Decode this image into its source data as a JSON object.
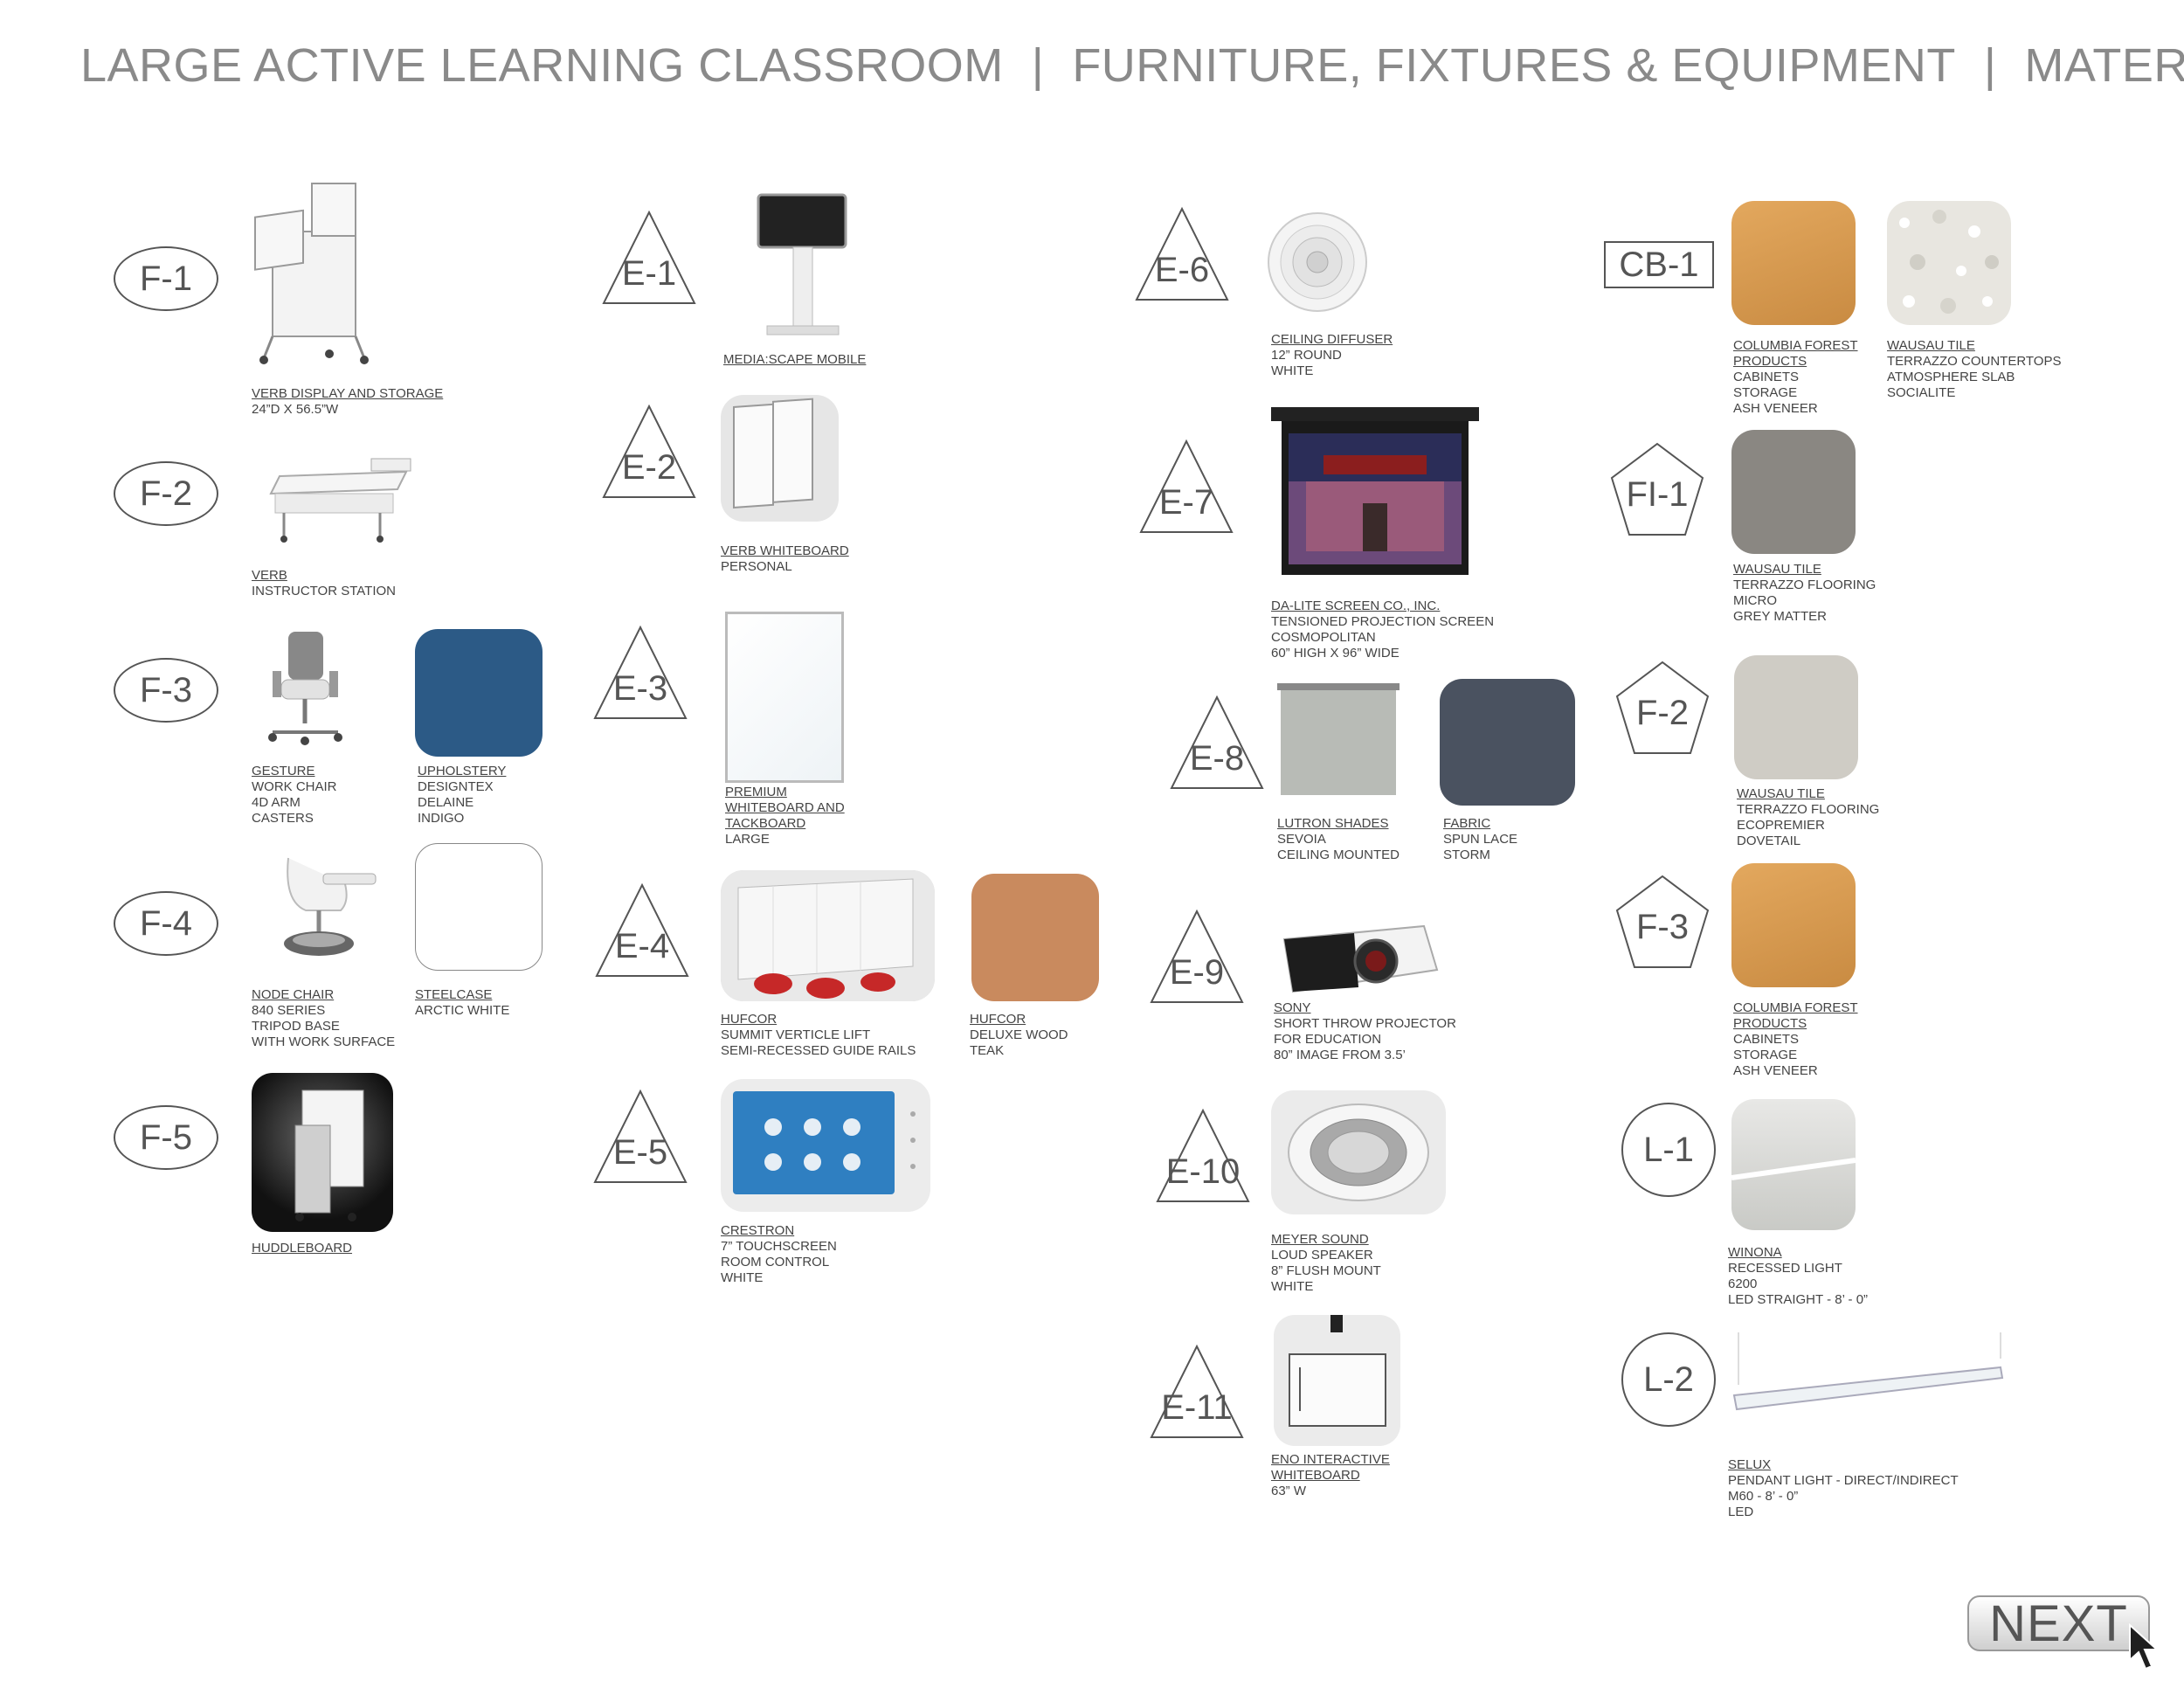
{
  "header": {
    "part1": "LARGE ACTIVE LEARNING CLASSROOM",
    "part2": "FURNITURE, FIXTURES & EQUIPMENT",
    "part3": "MATERIALS",
    "sep": "|"
  },
  "tags": {
    "f1": "F-1",
    "f2": "F-2",
    "f3": "F-3",
    "f4": "F-4",
    "f5": "F-5",
    "e1": "E-1",
    "e2": "E-2",
    "e3": "E-3",
    "e4": "E-4",
    "e5": "E-5",
    "e6": "E-6",
    "e7": "E-7",
    "e8": "E-8",
    "e9": "E-9",
    "e10": "E-10",
    "e11": "E-11",
    "cb1": "CB-1",
    "fi1": "FI-1",
    "mf2": "F-2",
    "mf3": "F-3",
    "l1": "L-1",
    "l2": "L-2"
  },
  "captions": {
    "f1": [
      "VERB DISPLAY AND STORAGE",
      "24”D X 56.5”W"
    ],
    "f2": [
      "VERB",
      "INSTRUCTOR STATION"
    ],
    "f3a": [
      "GESTURE",
      "WORK CHAIR",
      "4D ARM",
      "CASTERS"
    ],
    "f3b": [
      "UPHOLSTERY",
      "DESIGNTEX",
      "DELAINE",
      "INDIGO"
    ],
    "f4a": [
      "NODE CHAIR",
      "840 SERIES",
      "TRIPOD BASE",
      "WITH WORK SURFACE"
    ],
    "f4b": [
      "STEELCASE",
      "ARCTIC WHITE"
    ],
    "f5": [
      "HUDDLEBOARD"
    ],
    "e1": [
      "MEDIA:SCAPE MOBILE"
    ],
    "e2": [
      "VERB WHITEBOARD",
      "PERSONAL"
    ],
    "e3": [
      "PREMIUM",
      "WHITEBOARD AND",
      "TACKBOARD",
      "LARGE"
    ],
    "e4a": [
      "HUFCOR",
      "SUMMIT VERTICLE LIFT",
      "SEMI-RECESSED GUIDE RAILS"
    ],
    "e4b": [
      "HUFCOR",
      "DELUXE WOOD",
      "TEAK"
    ],
    "e5": [
      "CRESTRON",
      "7” TOUCHSCREEN",
      "ROOM CONTROL",
      "WHITE"
    ],
    "e6": [
      "CEILING DIFFUSER",
      "12” ROUND",
      "WHITE"
    ],
    "e7": [
      "DA-LITE SCREEN CO., INC.",
      "TENSIONED PROJECTION SCREEN",
      "COSMOPOLITAN",
      "60” HIGH X 96” WIDE"
    ],
    "e8a": [
      "LUTRON SHADES",
      "SEVOIA",
      "CEILING MOUNTED"
    ],
    "e8b": [
      "FABRIC",
      "SPUN LACE",
      "STORM"
    ],
    "e9": [
      "SONY",
      "SHORT THROW PROJECTOR",
      "FOR EDUCATION",
      "80” IMAGE FROM 3.5’"
    ],
    "e10": [
      "MEYER SOUND",
      "LOUD SPEAKER",
      "8” FLUSH MOUNT",
      "WHITE"
    ],
    "e11": [
      "ENO INTERACTIVE",
      "WHITEBOARD",
      "63” W"
    ],
    "cb1a": [
      "COLUMBIA FOREST",
      "PRODUCTS",
      "CABINETS",
      "STORAGE",
      "ASH VENEER"
    ],
    "cb1b": [
      "WAUSAU TILE",
      "TERRAZZO COUNTERTOPS",
      "ATMOSPHERE SLAB",
      "SOCIALITE"
    ],
    "fi1": [
      "WAUSAU TILE",
      "TERRAZZO FLOORING",
      "MICRO",
      "GREY MATTER"
    ],
    "mf2": [
      "WAUSAU TILE",
      "TERRAZZO FLOORING",
      "ECOPREMIER",
      "DOVETAIL"
    ],
    "mf3": [
      "COLUMBIA FOREST",
      "PRODUCTS",
      "CABINETS",
      "STORAGE",
      "ASH VENEER"
    ],
    "l1": [
      "WINONA",
      "RECESSED LIGHT",
      "6200",
      "LED STRAIGHT - 8’ - 0”"
    ],
    "l2": [
      "SELUX",
      "PENDANT LIGHT - DIRECT/INDIRECT",
      "M60 - 8’ - 0”",
      "LED"
    ]
  },
  "nav": {
    "next_label": "NEXT"
  },
  "colors": {
    "indigo": "#2c5a86",
    "arctic_white": "#ffffff",
    "teak": "#c98a5e",
    "ash_veneer": "#d89c52",
    "storm": "#4a5260",
    "grey_matter": "#8a8782",
    "dovetail": "#cfccc5",
    "socialite": "#e8e6e0"
  }
}
